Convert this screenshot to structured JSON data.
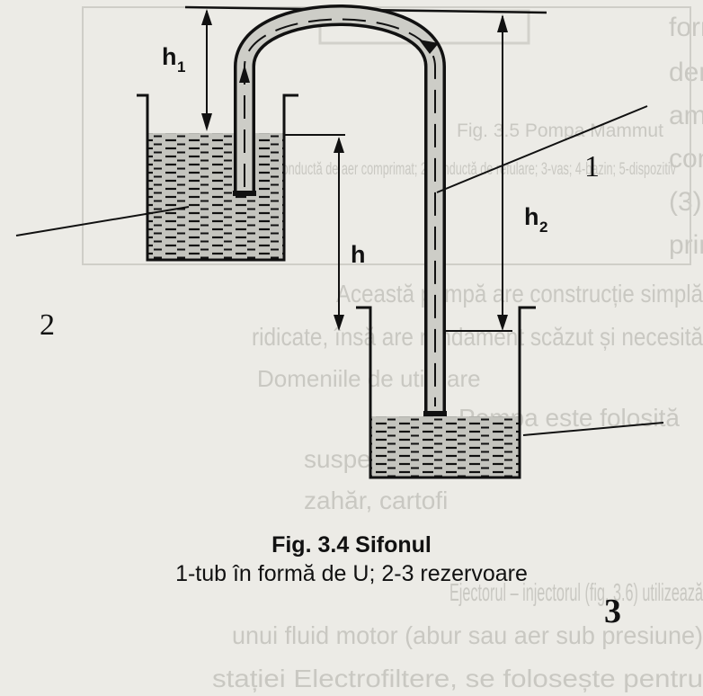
{
  "labels": {
    "h1": "h",
    "h1_sub": "1",
    "h": "h",
    "h2": "h",
    "h2_sub": "2",
    "callout_1": "1",
    "callout_2": "2",
    "callout_3": "3"
  },
  "caption": {
    "title": "Fig. 3.4 Sifonul",
    "subtitle": "1-tub în formă de U; 2-3 rezervoare"
  },
  "bleed_through": {
    "lines": [
      "form",
      "den",
      "ame",
      "con",
      "(3).",
      "prin",
      "Fig. 3.5 Pompa Mammut",
      "1-conductă de aer comprimat; 2-conductă de refulare; 3-vas; 4-bazin; 5-dispozitiv",
      "Această pompă are construcție simplă",
      "ridicate, însă are randament scăzut și necesită",
      "Domeniile de utilizare",
      "Pompa este folosită",
      "suspensii (noroi,",
      "zahăr, cartofi",
      "Ejectorul – injectorul (fig. 3.6) utilizează",
      "unui fluid motor (abur sau aer sub presiune)",
      "stației Electrofiltere, se folosește pentru"
    ]
  },
  "colors": {
    "ink": "#111111",
    "paper": "#ecebe6",
    "bleed": "#c9c8c2",
    "liquid": "#bdbdb7"
  }
}
